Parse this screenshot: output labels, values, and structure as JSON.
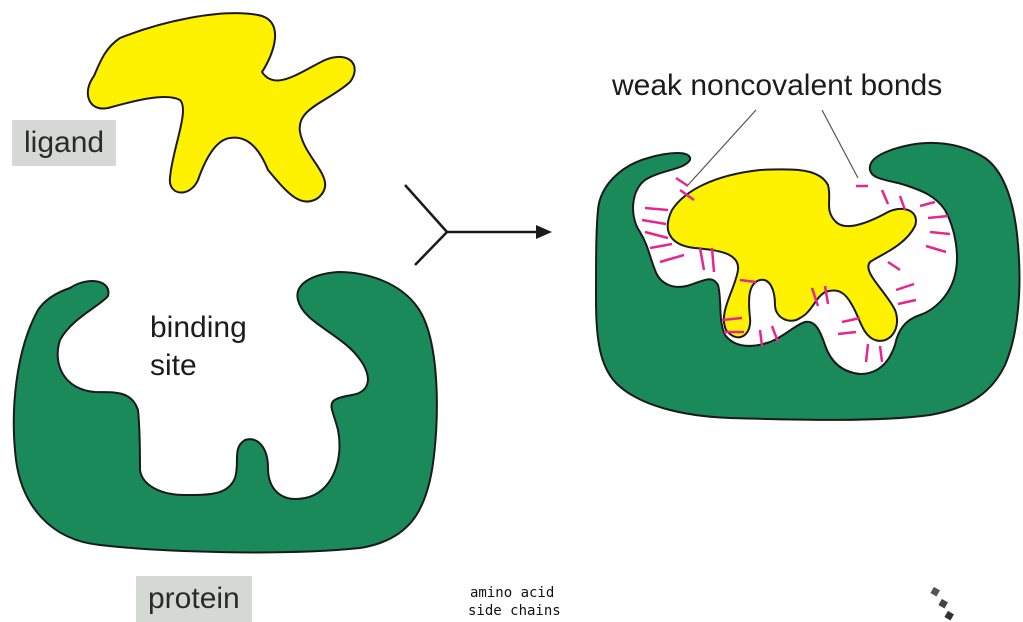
{
  "labels": {
    "ligand": "ligand",
    "binding_site_line1": "binding",
    "binding_site_line2": "site",
    "protein": "protein",
    "weak_bonds": "weak noncovalent bonds",
    "amino_line1": "amino acid",
    "amino_line2": "side chains"
  },
  "colors": {
    "protein": "#1a8a5a",
    "ligand": "#fff200",
    "bonds": "#e5268f",
    "outline": "#1a1a1a",
    "label_bg": "#d6d8d6"
  }
}
